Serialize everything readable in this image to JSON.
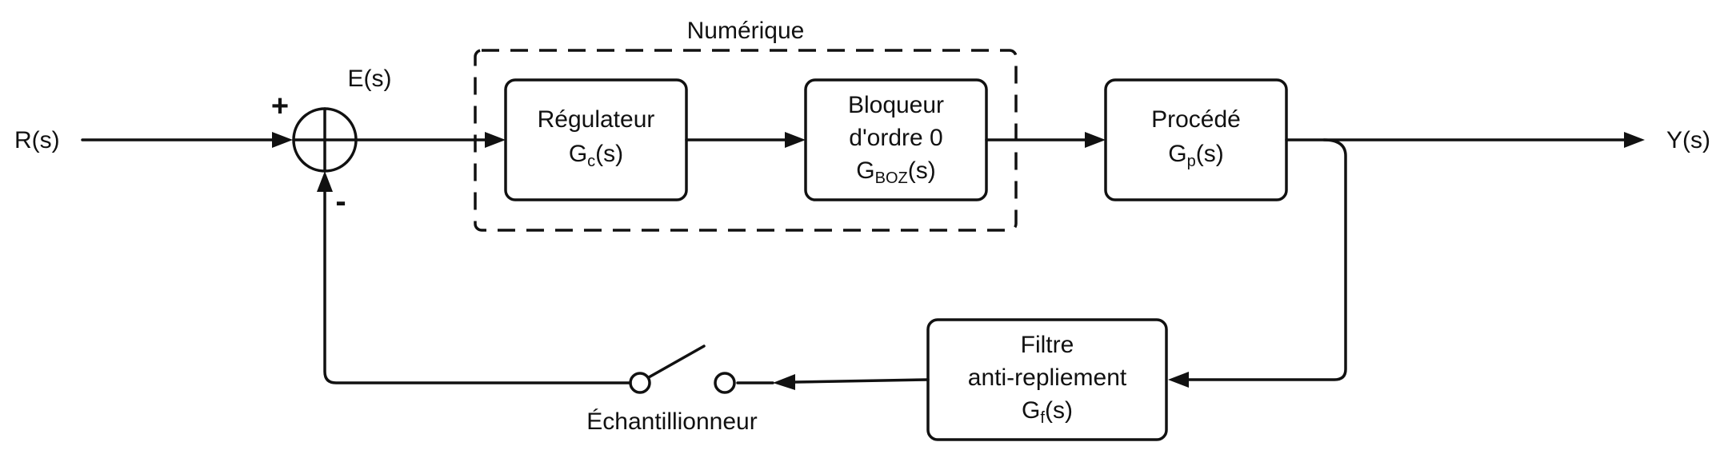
{
  "signals": {
    "input": "R(s)",
    "error": "E(s)",
    "output": "Y(s)"
  },
  "summing_junction": {
    "plus_sign": "+",
    "minus_sign": "-"
  },
  "digital_group": {
    "label": "Numérique"
  },
  "blocks": {
    "regulator": {
      "line1": "Régulateur",
      "tf_base": "G",
      "tf_sub": "c",
      "tf_arg": "(s)"
    },
    "zoh": {
      "line1": "Bloqueur",
      "line2": "d'ordre 0",
      "tf_base": "G",
      "tf_sub": "BOZ",
      "tf_arg": "(s)"
    },
    "process": {
      "line1": "Procédé",
      "tf_base": "G",
      "tf_sub": "p",
      "tf_arg": "(s)"
    },
    "filter": {
      "line1": "Filtre",
      "line2": "anti-repliement",
      "tf_base": "G",
      "tf_sub": "f",
      "tf_arg": "(s)"
    }
  },
  "sampler": {
    "label": "Échantillionneur"
  },
  "colors": {
    "stroke": "#111111",
    "background": "#ffffff"
  }
}
